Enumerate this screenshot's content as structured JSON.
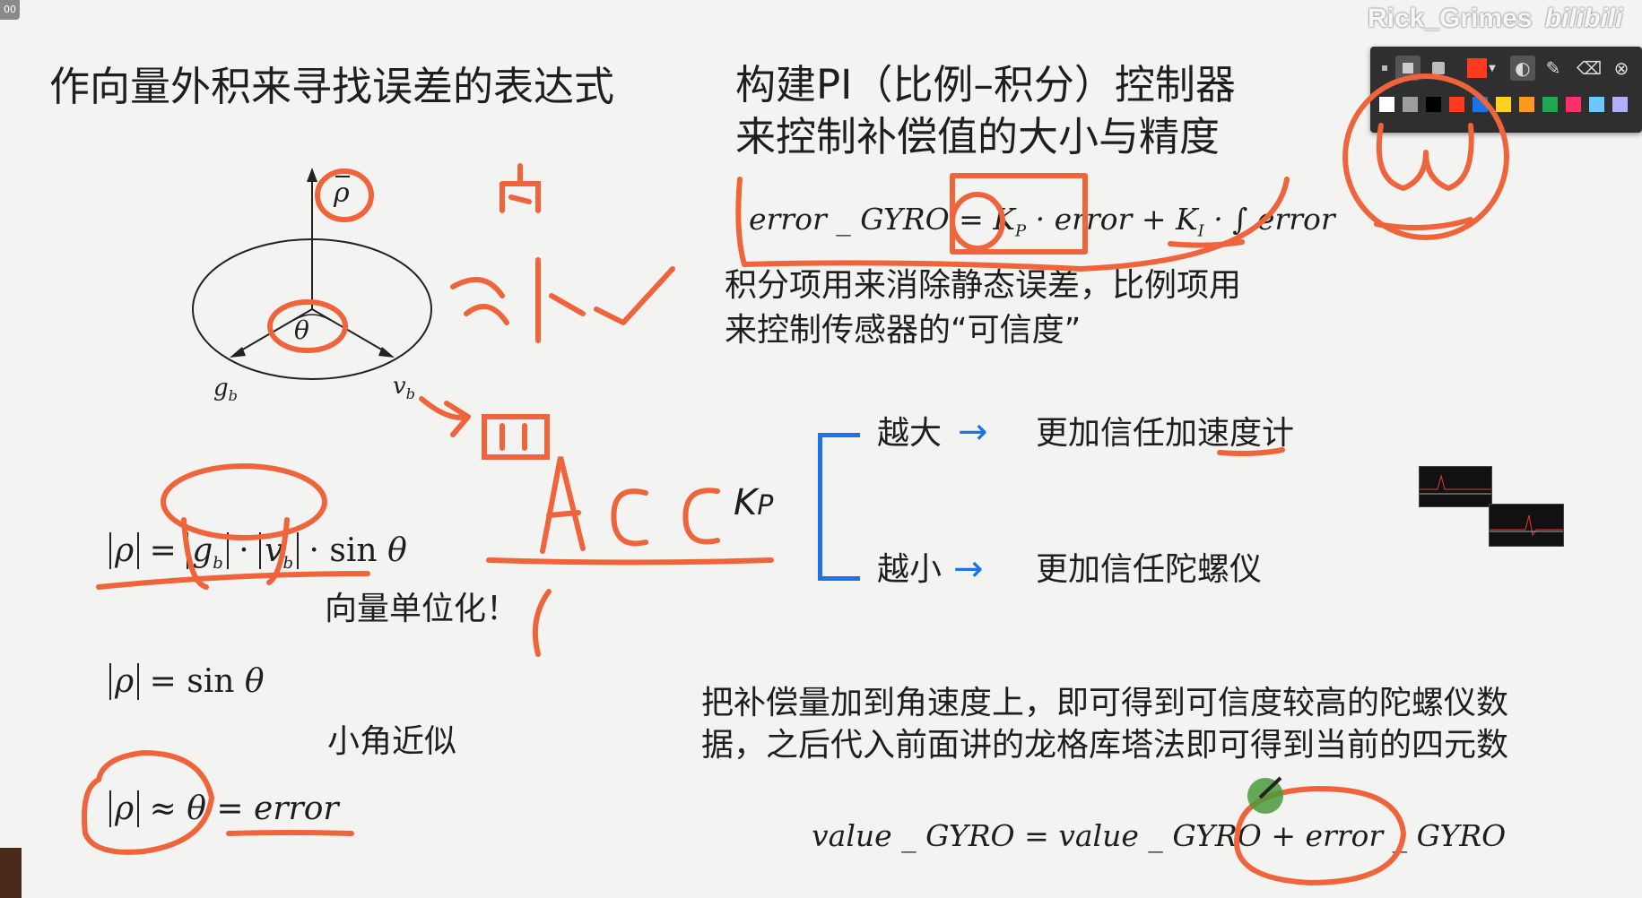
{
  "watermark": {
    "author": "Rick_Grimes",
    "site": "bilibili"
  },
  "corner_label": "00",
  "left": {
    "title": "作向量外积来寻找误差的表达式",
    "diagram": {
      "rho": "ρ",
      "theta": "θ",
      "g": "g",
      "g_sub": "b",
      "v": "v",
      "v_sub": "b"
    },
    "eq1": {
      "rho": "ρ",
      "g": "g",
      "g_sub": "b",
      "v": "v",
      "v_sub": "b",
      "sin": "sin",
      "theta": "θ",
      "eq": "=",
      "dot": "·"
    },
    "note1": "向量单位化！",
    "eq2": {
      "rho": "ρ",
      "eq": "=",
      "sin": "sin",
      "theta": "θ"
    },
    "note2": "小角近似",
    "eq3": {
      "rho": "ρ",
      "approx": "≈",
      "theta": "θ",
      "eq": "=",
      "error": "error"
    }
  },
  "right": {
    "title_line1": "构建PI（比例–积分）控制器",
    "title_line2": "来控制补偿值的大小与精度",
    "formula1": {
      "lhs": "error _ GYRO",
      "eq": "=",
      "kp": "K",
      "kp_sub": "P",
      "term1": "· error",
      "plus": "+",
      "ki": "K",
      "ki_sub": "I",
      "term2": "· ∫ error"
    },
    "desc_line1": "积分项用来消除静态误差，比例项用",
    "desc_line2": "来控制传感器的“可信度”",
    "kp_label": "K",
    "kp_label_sub": "P",
    "branch_big": "越大",
    "branch_big_result": "更加信任加速度计",
    "branch_small": "越小",
    "branch_small_result": "更加信任陀螺仪",
    "arrow": "→",
    "para_line1": "把补偿量加到角速度上，即可得到可信度较高的陀螺仪数",
    "para_line2": "据，之后代入前面讲的龙格库塔法即可得到当前的四元数",
    "formula2": "value _ GYRO = value _ GYRO + error _ GYRO"
  },
  "annotations": {
    "hand_nei": "内",
    "hand_wai": "外",
    "hand_si": "四",
    "hand_acc": "Acc",
    "hand_omega": "ω"
  },
  "colors": {
    "ink": "#f0643c",
    "accent_blue": "#1a73e8",
    "toolbar_bg": "#2f2f2f",
    "swatches": [
      "#ffffff",
      "#9e9e9e",
      "#000000",
      "#ff3b1f",
      "#1a73e8",
      "#ffd21f",
      "#ff9a1f",
      "#1fa84f",
      "#ff2f6a",
      "#6ec6ff",
      "#b0b0ff"
    ]
  },
  "toolbar": {
    "tools": [
      "dot-small-icon",
      "dot-medium-icon",
      "dot-large-icon",
      "color-picker-icon",
      "contrast-icon",
      "pen-icon",
      "eraser-icon",
      "close-icon"
    ]
  }
}
